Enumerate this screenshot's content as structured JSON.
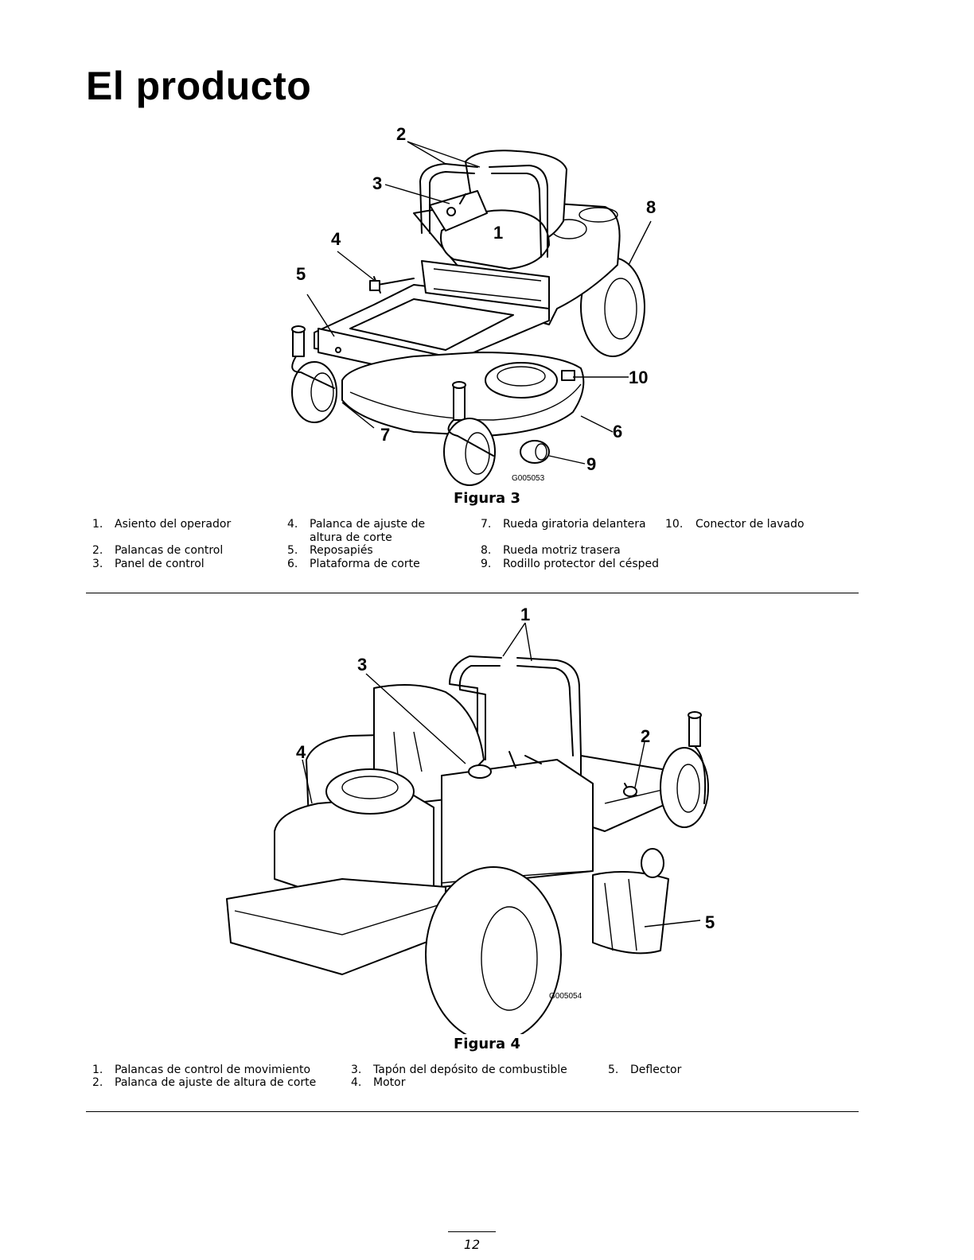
{
  "page": {
    "title": "El producto",
    "page_number": "12"
  },
  "figure3": {
    "caption": "Figura 3",
    "image_code": "G005053",
    "callouts": [
      "1",
      "2",
      "3",
      "4",
      "5",
      "6",
      "7",
      "8",
      "9",
      "10"
    ],
    "legend": [
      {
        "num": "1.",
        "text": "Asiento del operador"
      },
      {
        "num": "2.",
        "text": "Palancas de control"
      },
      {
        "num": "3.",
        "text": "Panel de control"
      },
      {
        "num": "4.",
        "text": "Palanca de ajuste de altura de corte"
      },
      {
        "num": "5.",
        "text": "Reposapiés"
      },
      {
        "num": "6.",
        "text": "Plataforma de corte"
      },
      {
        "num": "7.",
        "text": "Rueda giratoria delantera"
      },
      {
        "num": "8.",
        "text": "Rueda motriz trasera"
      },
      {
        "num": "9.",
        "text": "Rodillo protector del césped"
      },
      {
        "num": "10.",
        "text": "Conector de lavado"
      }
    ]
  },
  "figure4": {
    "caption": "Figura 4",
    "image_code": "G005054",
    "callouts": [
      "1",
      "2",
      "3",
      "4",
      "5"
    ],
    "legend": [
      {
        "num": "1.",
        "text": "Palancas de control de movimiento"
      },
      {
        "num": "2.",
        "text": "Palanca de ajuste de altura de corte"
      },
      {
        "num": "3.",
        "text": "Tapón del depósito de combustible"
      },
      {
        "num": "4.",
        "text": "Motor"
      },
      {
        "num": "5.",
        "text": "Deflector"
      }
    ]
  }
}
